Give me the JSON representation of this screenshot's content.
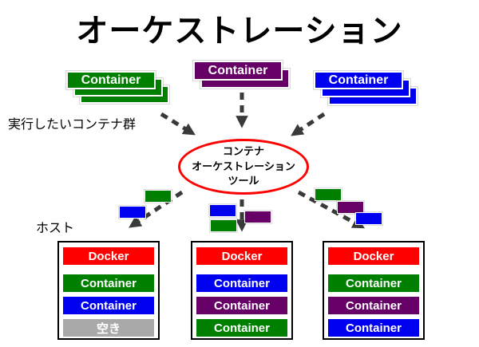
{
  "title": "オーケストレーション",
  "labels": {
    "containers_group": "実行したいコンテナ群",
    "host": "ホスト"
  },
  "colors": {
    "green": "#008000",
    "purple": "#660066",
    "blue": "#0000f0",
    "red": "#ff0000",
    "gray": "#a9a9a9",
    "arrow": "#3a3a3a",
    "ellipse_border": "#ff0000"
  },
  "stacks": [
    {
      "label": "Container",
      "color": "green",
      "layers": 3
    },
    {
      "label": "Container",
      "color": "purple",
      "layers": 2
    },
    {
      "label": "Container",
      "color": "blue",
      "layers": 3
    }
  ],
  "orchestrator": {
    "line1": "コンテナ",
    "line2": "オーケストレーション",
    "line3": "ツール"
  },
  "scattered_bars": {
    "left": [
      "green",
      "blue"
    ],
    "center": [
      "blue",
      "green",
      "purple"
    ],
    "right": [
      "green",
      "purple",
      "blue"
    ]
  },
  "hosts": [
    {
      "rows": [
        {
          "label": "Docker",
          "color": "red"
        },
        {
          "label": "Container",
          "color": "green"
        },
        {
          "label": "Container",
          "color": "blue"
        },
        {
          "label": "空き",
          "color": "gray"
        }
      ]
    },
    {
      "rows": [
        {
          "label": "Docker",
          "color": "red"
        },
        {
          "label": "Container",
          "color": "blue"
        },
        {
          "label": "Container",
          "color": "purple"
        },
        {
          "label": "Container",
          "color": "green"
        }
      ]
    },
    {
      "rows": [
        {
          "label": "Docker",
          "color": "red"
        },
        {
          "label": "Container",
          "color": "green"
        },
        {
          "label": "Container",
          "color": "purple"
        },
        {
          "label": "Container",
          "color": "blue"
        }
      ]
    }
  ]
}
